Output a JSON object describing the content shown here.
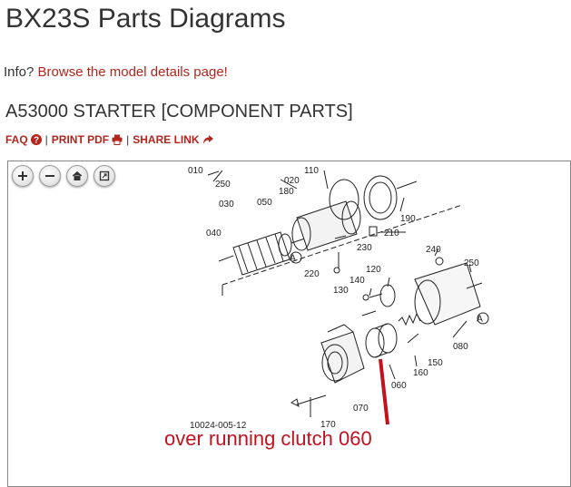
{
  "page": {
    "title": "BX23S Parts Diagrams",
    "info_prefix": "Info?",
    "info_link": "Browse the model details page!",
    "section_title": "A53000 STARTER [COMPONENT PARTS]"
  },
  "links": {
    "faq": "FAQ",
    "print_pdf": "PRINT PDF",
    "share_link": "SHARE LINK",
    "separator": "|"
  },
  "viewer": {
    "zoom_controls": [
      "zoom-in-icon",
      "zoom-out-icon",
      "home-icon",
      "fullscreen-icon"
    ],
    "diagram_code": "10024-005-12",
    "annotation": "over running clutch 060",
    "part_labels": [
      "010",
      "250",
      "110",
      "020",
      "030",
      "050",
      "180",
      "190",
      "210",
      "040",
      "230",
      "220",
      "240",
      "250",
      "120",
      "140",
      "130",
      "080",
      "150",
      "160",
      "060",
      "070",
      "170"
    ],
    "ref_marks": [
      "A",
      "A"
    ]
  },
  "colors": {
    "link": "#b3261e",
    "annotation": "#c1121f",
    "text": "#333333"
  }
}
